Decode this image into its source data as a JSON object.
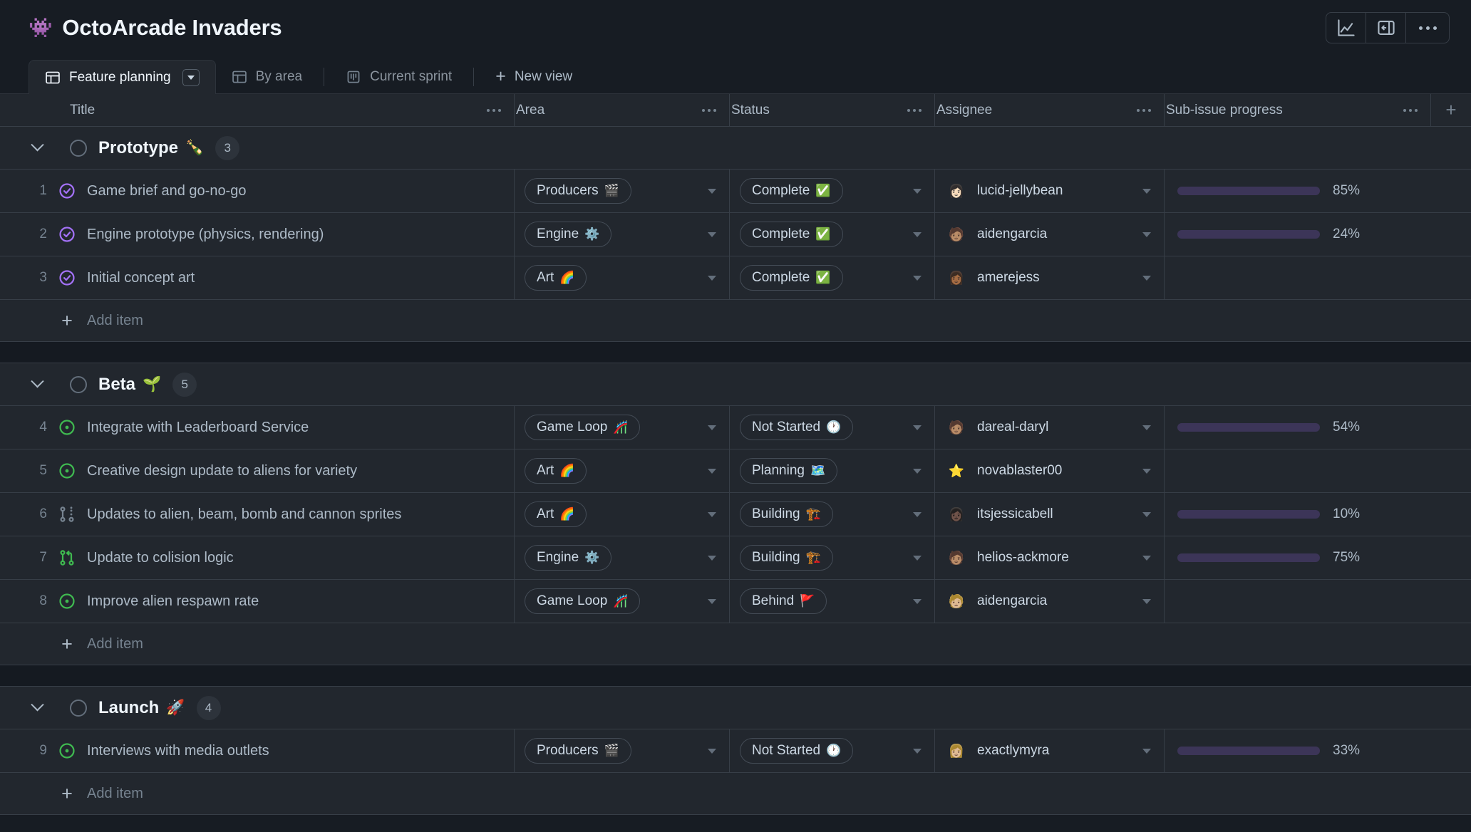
{
  "header": {
    "project_emoji": "👾",
    "project_title": "OctoArcade Invaders",
    "actions": [
      {
        "name": "insights-icon",
        "label": "Insights"
      },
      {
        "name": "sidebar-toggle-icon",
        "label": "Toggle sidebar"
      },
      {
        "name": "kebab-menu-icon",
        "label": "More options"
      }
    ]
  },
  "tabs": {
    "items": [
      {
        "label": "Feature planning",
        "icon": "table-view-icon",
        "active": true,
        "has_caret": true
      },
      {
        "label": "By area",
        "icon": "table-view-icon",
        "active": false,
        "has_caret": false
      },
      {
        "label": "Current sprint",
        "icon": "board-view-icon",
        "active": false,
        "has_caret": false
      }
    ],
    "new_view_label": "New view"
  },
  "table": {
    "columns": [
      {
        "label": "Title",
        "key": "title"
      },
      {
        "label": "Area",
        "key": "area"
      },
      {
        "label": "Status",
        "key": "status"
      },
      {
        "label": "Assignee",
        "key": "assignee"
      },
      {
        "label": "Sub-issue progress",
        "key": "progress"
      }
    ],
    "add_column_label": "+",
    "add_item_label": "Add item",
    "groups": [
      {
        "name": "Prototype",
        "emoji": "🍾",
        "count": "3",
        "rows": [
          {
            "num": "1",
            "type_icon": "issue-closed-icon",
            "title": "Game brief and go-no-go",
            "area": "Producers",
            "area_emoji": "🎬",
            "status": "Complete",
            "status_emoji": "✅",
            "assignee": "lucid-jellybean",
            "avatar_emoji": "👩🏻",
            "progress": "85%",
            "progress_value": 85,
            "has_progress": true
          },
          {
            "num": "2",
            "type_icon": "issue-closed-icon",
            "title": "Engine prototype (physics, rendering)",
            "area": "Engine",
            "area_emoji": "⚙️",
            "status": "Complete",
            "status_emoji": "✅",
            "assignee": "aidengarcia",
            "avatar_emoji": "🧑🏽",
            "progress": "24%",
            "progress_value": 24,
            "has_progress": true
          },
          {
            "num": "3",
            "type_icon": "issue-closed-icon",
            "title": "Initial concept art",
            "area": "Art",
            "area_emoji": "🌈",
            "status": "Complete",
            "status_emoji": "✅",
            "assignee": "amerejess",
            "avatar_emoji": "👩🏾",
            "progress": "",
            "progress_value": 0,
            "has_progress": false
          }
        ]
      },
      {
        "name": "Beta",
        "emoji": "🌱",
        "count": "5",
        "rows": [
          {
            "num": "4",
            "type_icon": "issue-open-icon",
            "title": "Integrate with Leaderboard Service",
            "area": "Game Loop",
            "area_emoji": "🎢",
            "status": "Not Started",
            "status_emoji": "🕐",
            "assignee": "dareal-daryl",
            "avatar_emoji": "🧑🏽",
            "progress": "54%",
            "progress_value": 54,
            "has_progress": true
          },
          {
            "num": "5",
            "type_icon": "issue-open-icon",
            "title": "Creative design update to aliens for variety",
            "area": "Art",
            "area_emoji": "🌈",
            "status": "Planning",
            "status_emoji": "🗺️",
            "assignee": "novablaster00",
            "avatar_emoji": "⭐",
            "progress": "",
            "progress_value": 0,
            "has_progress": false
          },
          {
            "num": "6",
            "type_icon": "pull-request-draft-icon",
            "title": "Updates to alien, beam, bomb and cannon sprites",
            "area": "Art",
            "area_emoji": "🌈",
            "status": "Building",
            "status_emoji": "🏗️",
            "assignee": "itsjessicabell",
            "avatar_emoji": "👩🏿",
            "progress": "10%",
            "progress_value": 10,
            "has_progress": true
          },
          {
            "num": "7",
            "type_icon": "pull-request-open-icon",
            "title": "Update to colision logic",
            "area": "Engine",
            "area_emoji": "⚙️",
            "status": "Building",
            "status_emoji": "🏗️",
            "assignee": "helios-ackmore",
            "avatar_emoji": "🧑🏽",
            "progress": "75%",
            "progress_value": 75,
            "has_progress": true
          },
          {
            "num": "8",
            "type_icon": "issue-open-icon",
            "title": "Improve alien respawn rate",
            "area": "Game Loop",
            "area_emoji": "🎢",
            "status": "Behind",
            "status_emoji": "🚩",
            "assignee": "aidengarcia",
            "avatar_emoji": "🧑🏼",
            "progress": "",
            "progress_value": 0,
            "has_progress": false
          }
        ]
      },
      {
        "name": "Launch",
        "emoji": "🚀",
        "count": "4",
        "rows": [
          {
            "num": "9",
            "type_icon": "issue-open-icon",
            "title": "Interviews with media outlets",
            "area": "Producers",
            "area_emoji": "🎬",
            "status": "Not Started",
            "status_emoji": "🕐",
            "assignee": "exactlymyra",
            "avatar_emoji": "👩🏼",
            "progress": "33%",
            "progress_value": 33,
            "has_progress": true
          }
        ]
      }
    ]
  },
  "colors": {
    "page_bg": "#171c23",
    "surface": "#22272e",
    "border": "#373e47",
    "progress_fill": "#8957e5",
    "progress_track": "#3c3558",
    "issue_closed": "#a371f7",
    "issue_open": "#3fb950",
    "text_primary": "#f0f6fc",
    "text_secondary": "#adbac7",
    "text_muted": "#768390"
  }
}
